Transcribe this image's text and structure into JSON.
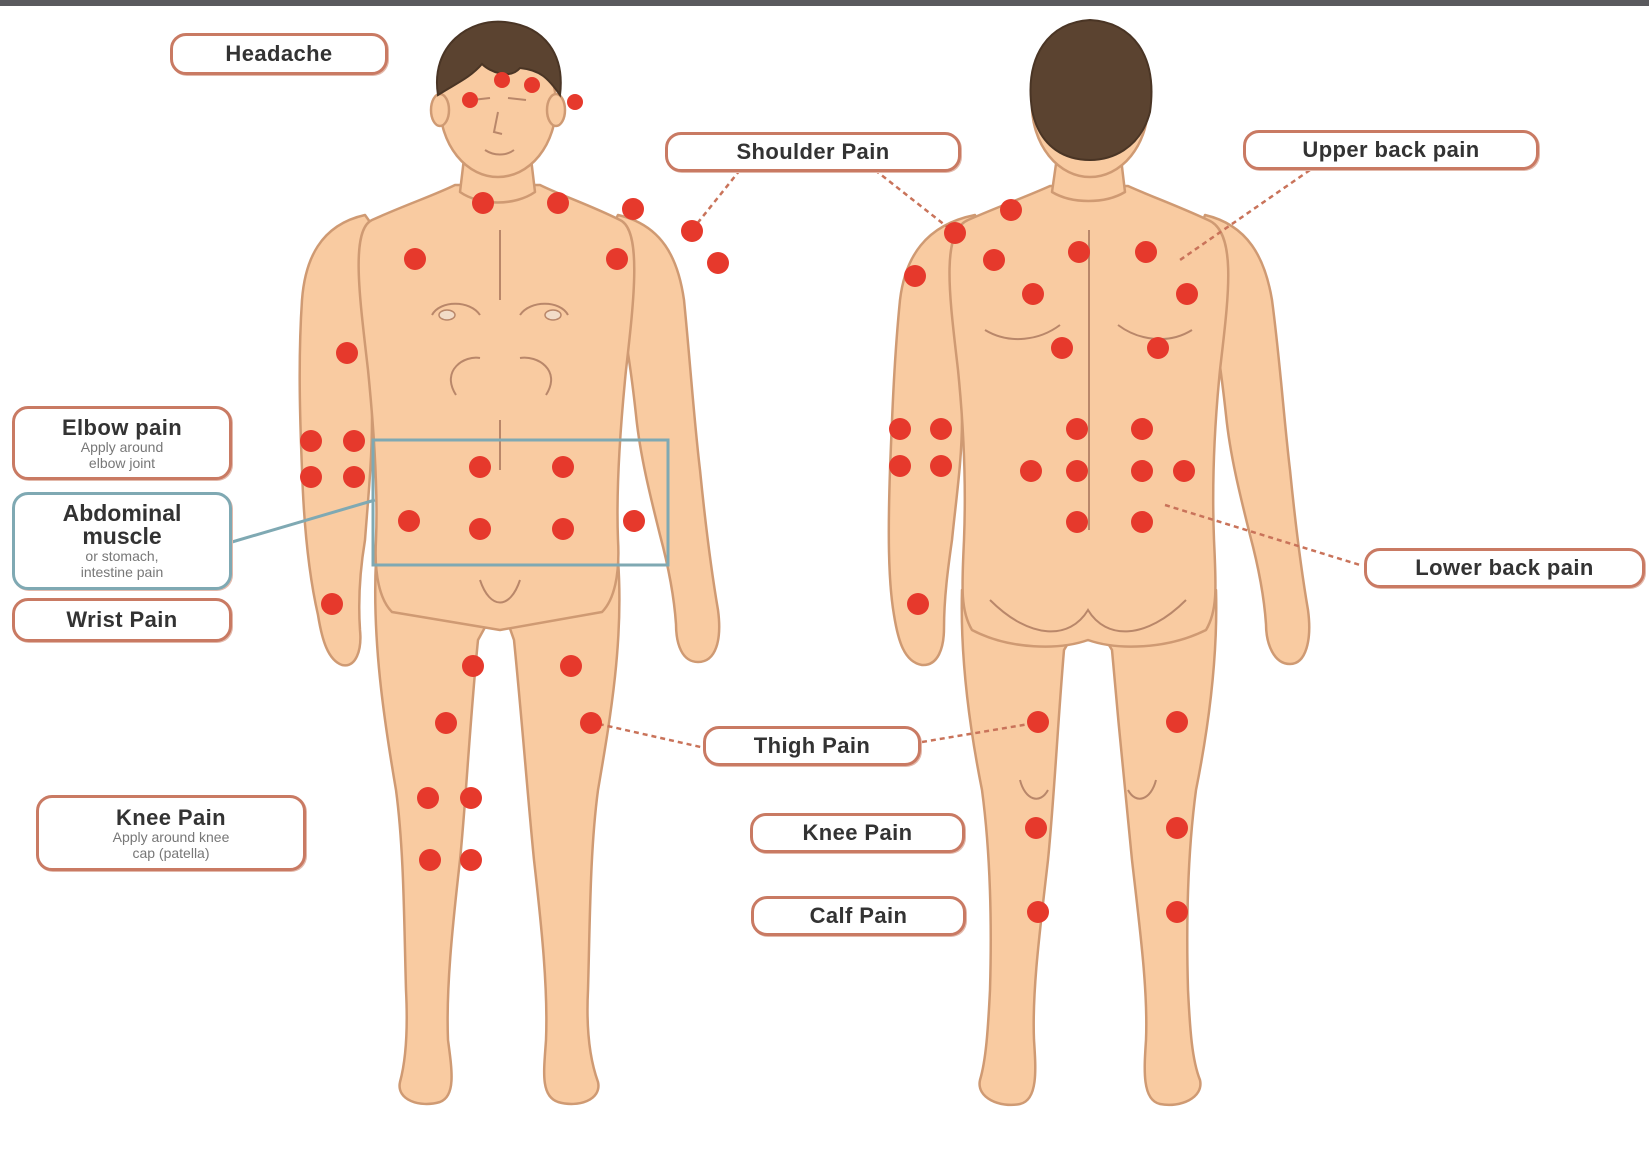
{
  "colors": {
    "skin": "#f9cba1",
    "skin_outline": "#cf9a73",
    "hair": "#5b4330",
    "point": "#e6392c",
    "callout_border": "#c97a63",
    "callout_teal": "#7fa9b3",
    "leader": "#c9735a"
  },
  "labels": {
    "headache": "Headache",
    "shoulder_pain": "Shoulder Pain",
    "upper_back_pain": "Upper back pain",
    "elbow_pain": "Elbow pain",
    "elbow_note_1": "Apply around",
    "elbow_note_2": "elbow joint",
    "abdominal_1": "Abdominal",
    "abdominal_2": "muscle",
    "abdominal_note_1": "or stomach,",
    "abdominal_note_2": "intestine pain",
    "wrist_pain": "Wrist Pain",
    "lower_back_pain": "Lower back pain",
    "thigh_pain": "Thigh Pain",
    "knee_pain_front": "Knee Pain",
    "knee_note_1": "Apply around knee",
    "knee_note_2": "cap (patella)",
    "knee_pain_back": "Knee Pain",
    "calf_pain": "Calf Pain"
  }
}
